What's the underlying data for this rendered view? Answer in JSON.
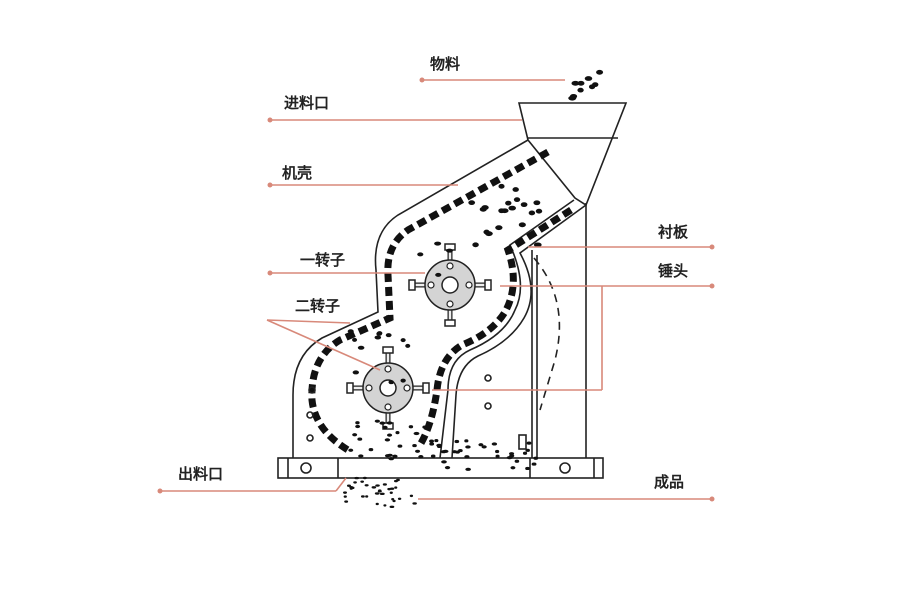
{
  "title": "双转子锤式破碎机结构图",
  "labels": {
    "material": "物料",
    "feed_inlet": "进料口",
    "casing": "机壳",
    "rotor_one": "一转子",
    "rotor_two": "二转子",
    "discharge_outlet": "出料口",
    "liner": "衬板",
    "hammer_head": "锤头",
    "finished_product": "成品"
  },
  "colors": {
    "leader_line": "#d8897a",
    "outline": "#222222",
    "rotor_disk": "#d4d4d4"
  }
}
